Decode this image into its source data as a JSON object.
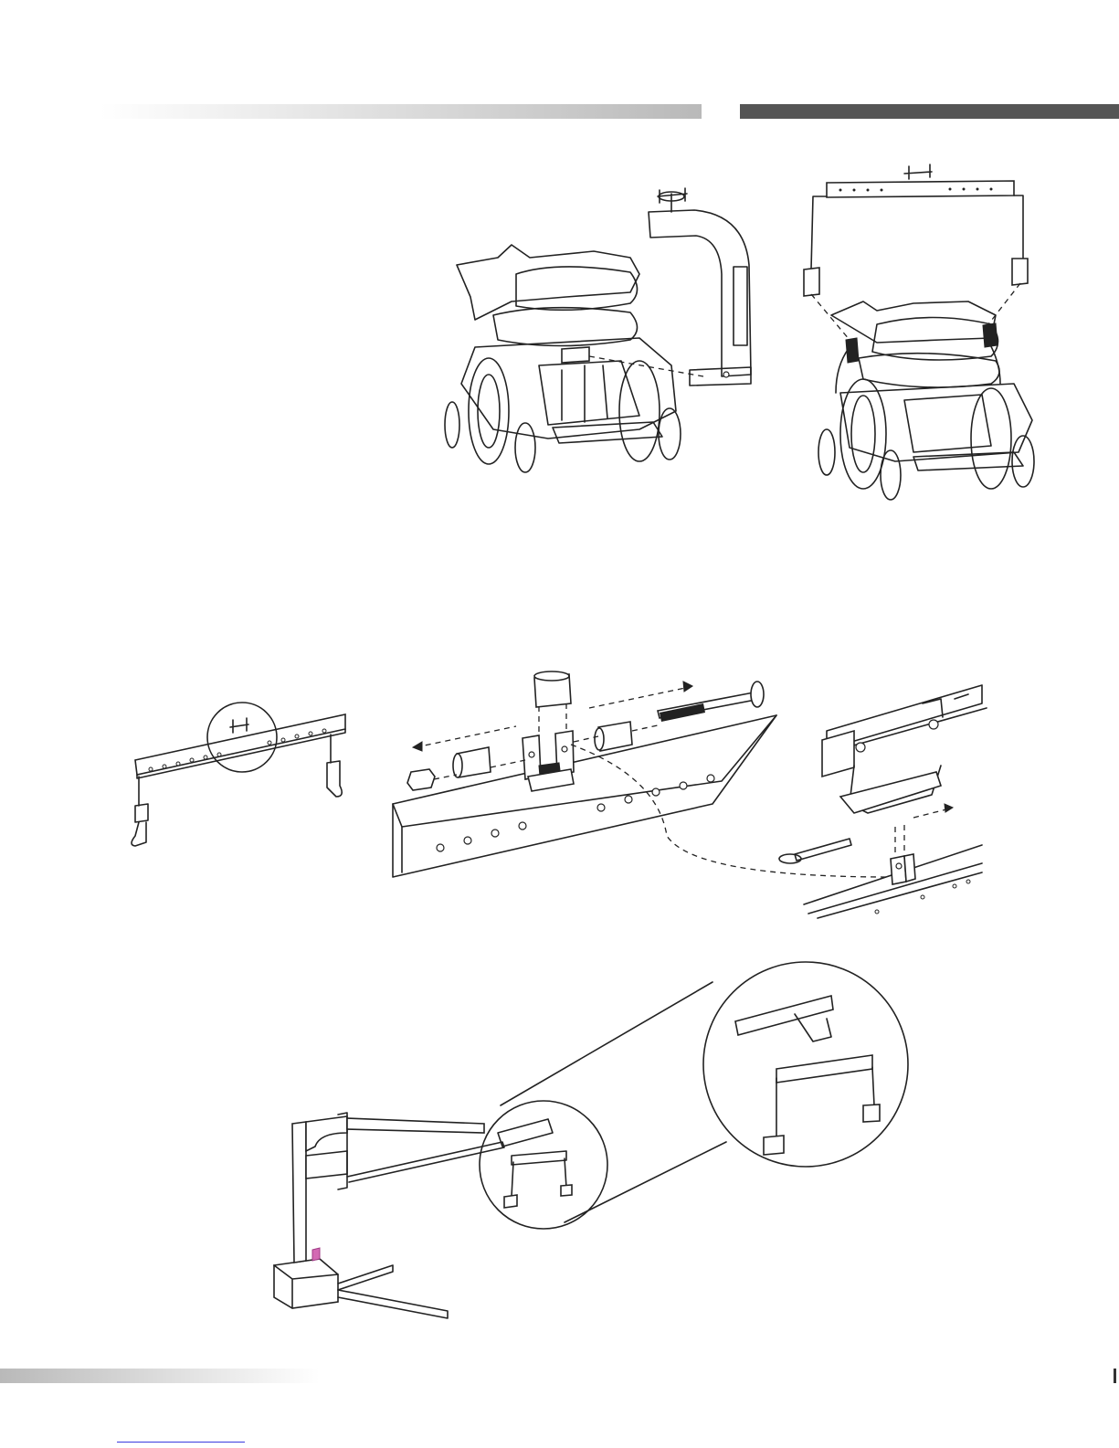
{
  "page": {
    "header_bar_color_left": "#b9b9b9",
    "header_bar_color_right": "#555555",
    "footer_link_color": "#3a3adf"
  },
  "figures": [
    {
      "icon": "wheelchair-with-c-bracket-illustration"
    },
    {
      "icon": "wheelchair-with-spreader-bar-illustration"
    },
    {
      "icon": "spreader-bar-illustration"
    },
    {
      "icon": "swivel-hardware-exploded-illustration"
    },
    {
      "icon": "bar-attachment-pin-illustration"
    },
    {
      "icon": "lift-with-spreader-bar-illustration"
    }
  ]
}
